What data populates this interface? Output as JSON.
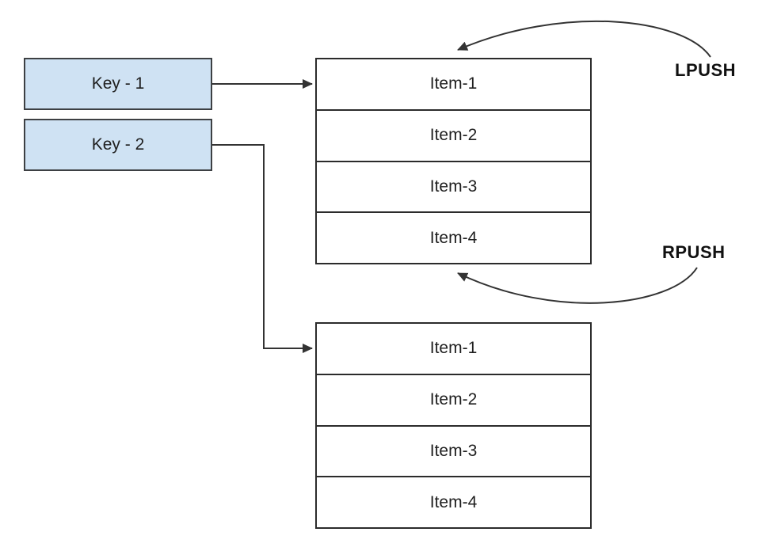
{
  "diagram": {
    "keys": [
      {
        "label": "Key - 1"
      },
      {
        "label": "Key - 2"
      }
    ],
    "lists": [
      {
        "items": [
          "Item-1",
          "Item-2",
          "Item-3",
          "Item-4"
        ]
      },
      {
        "items": [
          "Item-1",
          "Item-2",
          "Item-3",
          "Item-4"
        ]
      }
    ],
    "operations": [
      {
        "label": "LPUSH"
      },
      {
        "label": "RPUSH"
      }
    ],
    "colors": {
      "key_fill": "#cfe2f3",
      "box_border": "#3d4043",
      "list_border": "#2b2b2b",
      "connector": "#333333",
      "background": "#ffffff",
      "text": "#1f1f1f"
    }
  }
}
